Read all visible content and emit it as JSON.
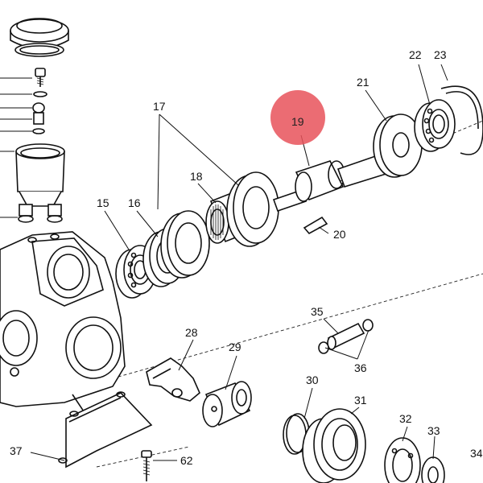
{
  "diagram": {
    "highlight_color": "#e8525a",
    "callouts": [
      {
        "id": "15",
        "label": "15"
      },
      {
        "id": "16",
        "label": "16"
      },
      {
        "id": "17",
        "label": "17"
      },
      {
        "id": "18",
        "label": "18"
      },
      {
        "id": "19",
        "label": "19",
        "highlighted": true
      },
      {
        "id": "20",
        "label": "20"
      },
      {
        "id": "21",
        "label": "21"
      },
      {
        "id": "22",
        "label": "22"
      },
      {
        "id": "23",
        "label": "23"
      },
      {
        "id": "28",
        "label": "28"
      },
      {
        "id": "29",
        "label": "29"
      },
      {
        "id": "30",
        "label": "30"
      },
      {
        "id": "31",
        "label": "31"
      },
      {
        "id": "32",
        "label": "32"
      },
      {
        "id": "33",
        "label": "33"
      },
      {
        "id": "34",
        "label": "34"
      },
      {
        "id": "35",
        "label": "35"
      },
      {
        "id": "36",
        "label": "36"
      },
      {
        "id": "37",
        "label": "37"
      },
      {
        "id": "62",
        "label": "62"
      }
    ]
  }
}
